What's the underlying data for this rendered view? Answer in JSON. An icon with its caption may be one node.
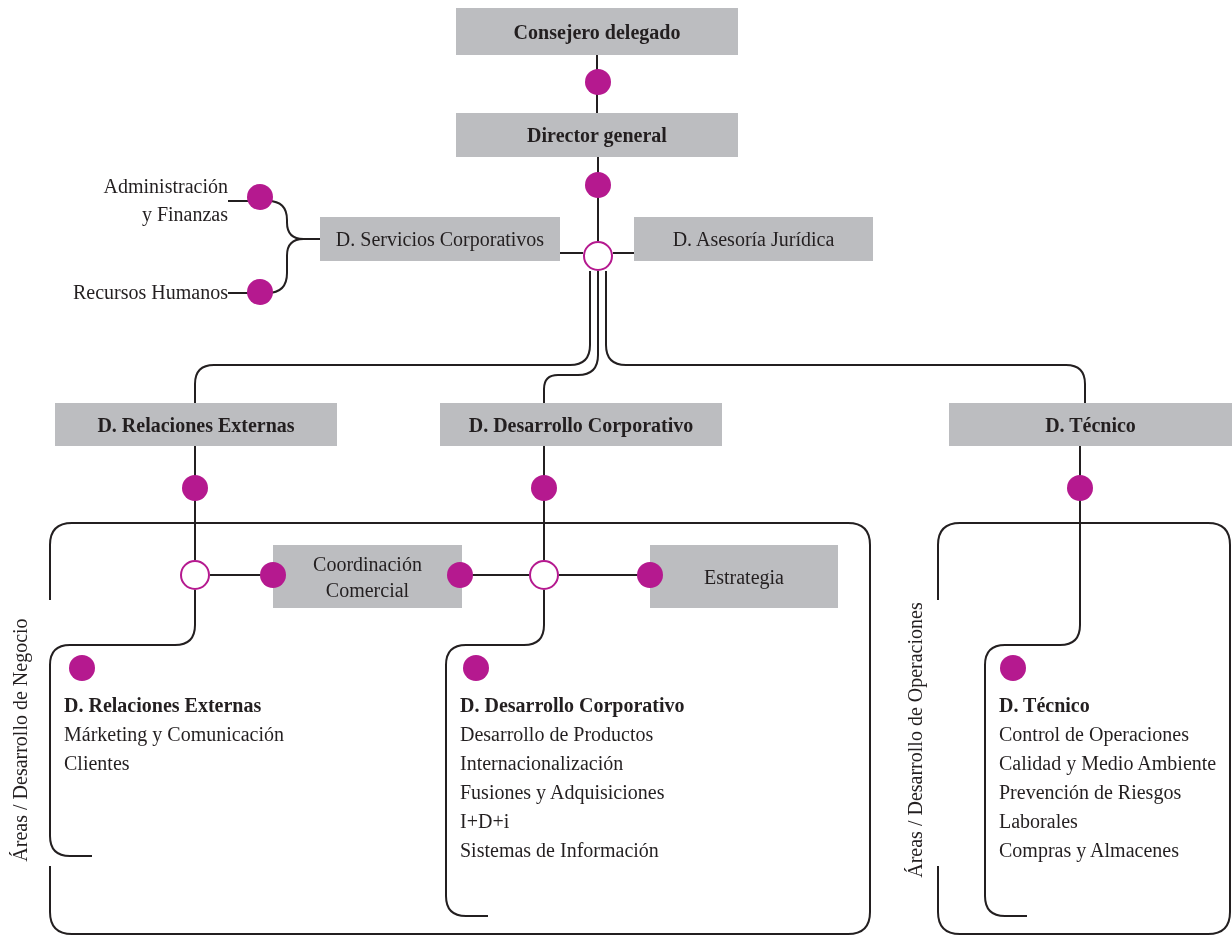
{
  "diagram": {
    "nodes": [
      {
        "text": [
          "Consejero delegado"
        ]
      },
      {
        "text": [
          "Director general"
        ]
      },
      {
        "text": [
          "Administración y Finanzas"
        ]
      },
      {
        "text": [
          "Recursos Humanos"
        ]
      },
      {
        "text": [
          "D. Servicios Corporativos"
        ]
      },
      {
        "text": [],
        "shape": "circle"
      },
      {
        "text": [
          "D. Asesoría Jurídica"
        ]
      },
      {
        "text": [
          "D. Relaciones Externas"
        ]
      },
      {
        "text": [
          "D. Desarrollo Corporativo"
        ]
      },
      {
        "text": [
          "D. Técnico"
        ]
      },
      {
        "text": [
          "Áreas / Desarrollo de Negocio"
        ]
      },
      {
        "text": [],
        "shape": "circle",
        "in": 10
      },
      {
        "text": [
          "Coordinación Comercial"
        ],
        "in": 10
      },
      {
        "text": [],
        "shape": "circle",
        "in": 10
      },
      {
        "text": [
          "Estrategia"
        ],
        "in": 10
      },
      {
        "text": [
          "D. Relaciones Externas",
          "Márketing y Comunicación",
          "Clientes"
        ],
        "in": 10
      },
      {
        "text": [
          "D. Desarrollo Corporativo",
          "Desarrollo de Productos",
          "Internacionalización",
          "Fusiones y Adquisiciones",
          "I+D+i",
          "Sistemas de Información"
        ],
        "in": 10
      },
      {
        "text": [
          "Áreas / Desarrollo de Operaciones"
        ]
      },
      {
        "text": [
          "D. Técnico",
          "Control de Operaciones",
          "Calidad y Medio Ambiente",
          "Prevención de Riesgos Laborales",
          "Compras y Almacenes"
        ],
        "in": 17
      }
    ],
    "edges": [
      {
        "from": 0,
        "to": 1,
        "arrow": "none"
      },
      {
        "from": 1,
        "to": 5,
        "arrow": "none"
      },
      {
        "from": 2,
        "to": 4,
        "arrow": "none"
      },
      {
        "from": 3,
        "to": 4,
        "arrow": "none"
      },
      {
        "from": 4,
        "to": 5,
        "arrow": "none"
      },
      {
        "from": 5,
        "to": 6,
        "arrow": "none"
      },
      {
        "from": 5,
        "to": 7,
        "arrow": "none"
      },
      {
        "from": 5,
        "to": 8,
        "arrow": "none"
      },
      {
        "from": 5,
        "to": 9,
        "arrow": "none"
      },
      {
        "from": 7,
        "to": 11,
        "arrow": "none"
      },
      {
        "from": 11,
        "to": 12,
        "arrow": "none"
      },
      {
        "from": 12,
        "to": 13,
        "arrow": "none"
      },
      {
        "from": 8,
        "to": 13,
        "arrow": "none"
      },
      {
        "from": 13,
        "to": 14,
        "arrow": "none"
      },
      {
        "from": 11,
        "to": 15,
        "arrow": "none"
      },
      {
        "from": 13,
        "to": 16,
        "arrow": "none"
      },
      {
        "from": 9,
        "to": 18,
        "arrow": "none"
      }
    ]
  }
}
